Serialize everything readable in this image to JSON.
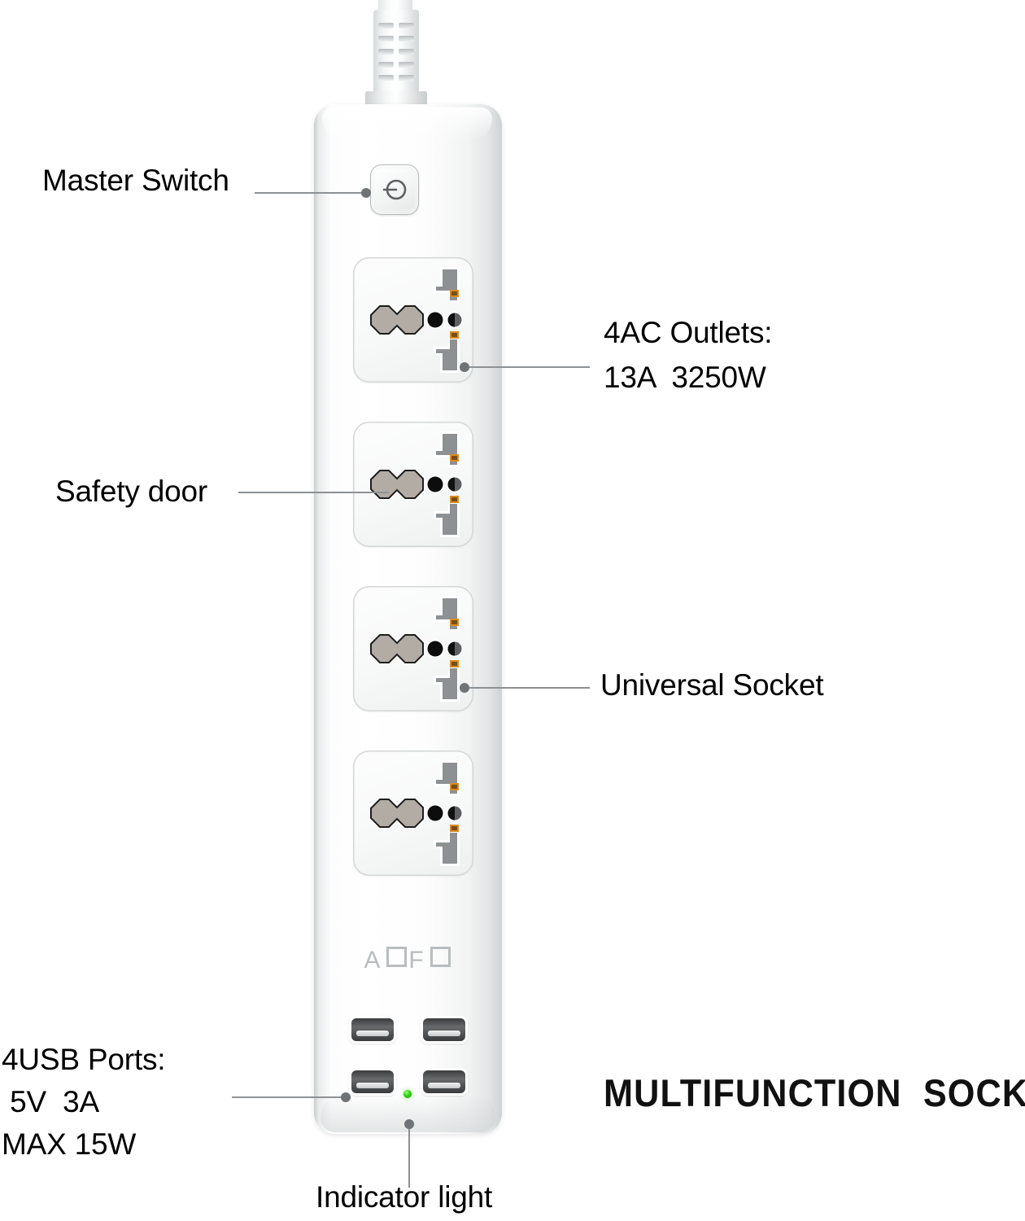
{
  "product": {
    "brand": "AOFO",
    "title": "MULTIFUNCTION  SOCKET",
    "indicator_color": "#2ed010"
  },
  "callouts": [
    {
      "id": "master-switch",
      "label": "Master Switch",
      "side": "left",
      "icon": "power-icon"
    },
    {
      "id": "ac-outlets",
      "label": "4AC Outlets:\n13A  3250W",
      "line1": "4AC Outlets:",
      "line2": "13A  3250W",
      "side": "right"
    },
    {
      "id": "safety-door",
      "label": "Safety door",
      "side": "left"
    },
    {
      "id": "universal-socket",
      "label": "Universal Socket",
      "side": "right"
    },
    {
      "id": "usb-ports",
      "label": "4USB Ports:\n 5V  3A\nMAX 15W",
      "line1": "4USB Ports:",
      "line2": " 5V  3A",
      "line3": "MAX 15W",
      "side": "left"
    },
    {
      "id": "indicator-light",
      "label": "Indicator light",
      "side": "bottom"
    }
  ],
  "specs": {
    "ac_outlet_count": 4,
    "ac_current": "13A",
    "ac_power": "3250W",
    "usb_port_count": 4,
    "usb_voltage": "5V",
    "usb_current": "3A",
    "usb_max_power": "MAX 15W"
  },
  "colors": {
    "body": "#ffffff",
    "body_edge": "#cfd2d3",
    "leader": "#8d9193",
    "dot": "#6e7375",
    "brand_text": "#b9bdbf",
    "title_text": "#111111",
    "label_text": "#000000"
  }
}
